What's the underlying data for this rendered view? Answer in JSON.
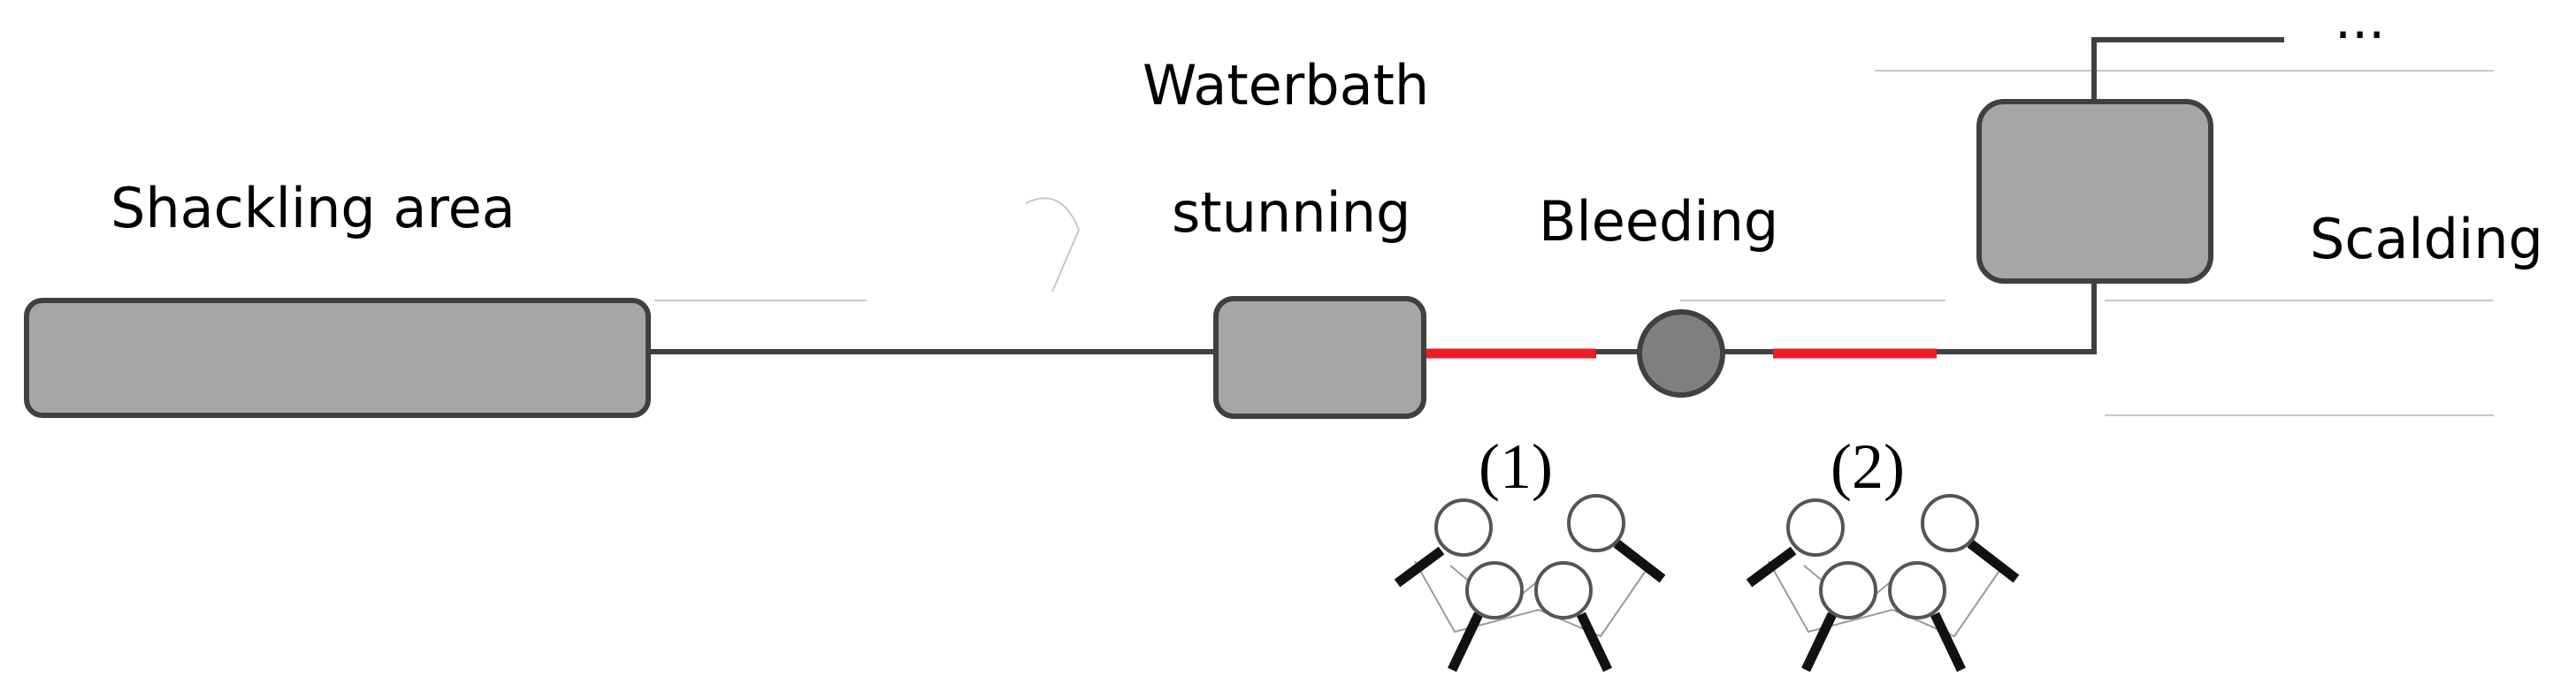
{
  "diagram": {
    "stages": [
      {
        "id": "shackling",
        "label": "Shackling area"
      },
      {
        "id": "stunning",
        "label_lines": [
          "Waterbath",
          "stunning"
        ]
      },
      {
        "id": "bleeding",
        "label": "Bleeding"
      },
      {
        "id": "scalding",
        "label": "Scalding"
      }
    ],
    "continuation": "···",
    "inspection_points": [
      {
        "id": "point-1",
        "label": "(1)"
      },
      {
        "id": "point-2",
        "label": "(2)"
      }
    ],
    "colors": {
      "box_fill": "#a6a6a6",
      "box_stroke": "#404040",
      "line": "#404040",
      "highlight_segment": "#ee1c24"
    },
    "icons": [
      "magnifier-icon"
    ]
  }
}
